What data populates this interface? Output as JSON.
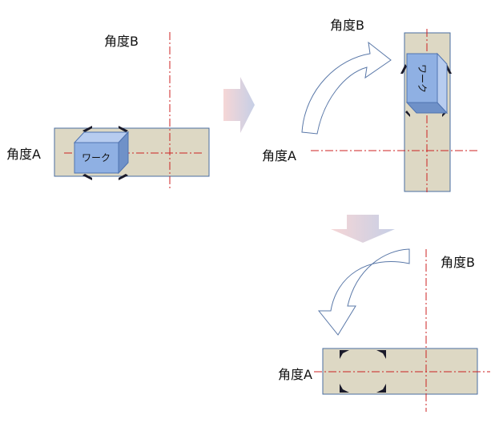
{
  "labels": {
    "angle_a": "角度A",
    "angle_b": "角度B",
    "work": "ワーク"
  },
  "colors": {
    "plate_fill": "#ddd8c4",
    "plate_stroke": "#4a6ea0",
    "centerline": "#cc2222",
    "block_front": "#8fb0e3",
    "block_top": "#b7ccef",
    "block_side": "#6f91c8",
    "block_stroke": "#4f73b0",
    "arrow_outline": "#5a78a8",
    "step_arrow_light": "#f6d6d6",
    "step_arrow_dark": "#c6cfe6",
    "clamp": "#1a1a2a"
  },
  "steps": [
    {
      "panel": "initial",
      "work_orientation": "horizontal"
    },
    {
      "panel": "rotate_about_angle_B",
      "work_orientation": "vertical"
    },
    {
      "panel": "rotate_about_angle_A",
      "work_orientation": "removed"
    }
  ]
}
